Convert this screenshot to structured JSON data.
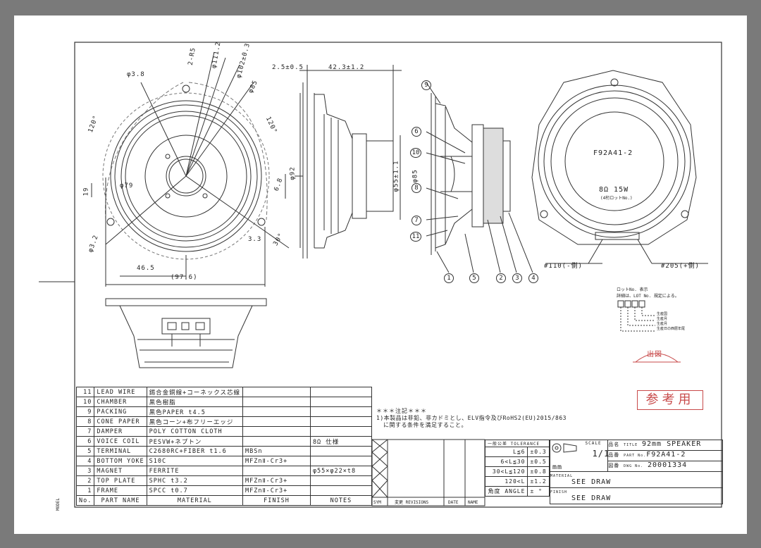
{
  "drawing": {
    "title_label": "TITLE",
    "title": "92mm SPEAKER",
    "part_no_label": "PART No.",
    "part_no": "F92A41-2",
    "dwg_no_label": "DWG No.",
    "dwg_no": "20001334",
    "scale_label": "SCALE",
    "scale": "1/1",
    "unit": "mm",
    "material_label": "MATERIAL",
    "material_value": "SEE DRAW",
    "finish_label": "FINISH",
    "finish_value": "SEE DRAW",
    "model_label": "MODEL",
    "speaker_label_model": "F92A41-2",
    "speaker_label_rating": "8Ω 15W",
    "speaker_label_lot": "(4桁ロットNo.)",
    "stamp_outline": "出図",
    "stamp_reference": "参考用",
    "row_labels": {
      "name": "品名",
      "part": "品番",
      "drawing": "図番"
    }
  },
  "dimensions": {
    "front": [
      "φ3.8",
      "2-R5",
      "φ111.2",
      "φ102±0.3",
      "φ85",
      "120°",
      "120°",
      "19",
      "φ3.2",
      "φ79",
      "3.3",
      "30°",
      "46.5",
      "(97.6)",
      "φ92",
      "6.8"
    ],
    "side": [
      "2.5±0.5",
      "42.3±1.2",
      "φ55±1.1"
    ],
    "section": [
      "φ85"
    ],
    "terminal": [
      "#110(-側)",
      "#205(+側)"
    ]
  },
  "balloons": [
    "9",
    "6",
    "10",
    "8",
    "7",
    "11",
    "1",
    "5",
    "2",
    "3",
    "4"
  ],
  "lot_note": {
    "title": "ロットNo. 表示",
    "desc": "詳細は、LOT No. 規定による。",
    "lines": [
      "生産国",
      "生産月",
      "生産月",
      "生産日の西暦年尾"
    ]
  },
  "notes": {
    "header": "＊＊＊注記＊＊＊",
    "line1": "1)本製品は非鉛、非カドミとし、ELV指令及びRoHS2(EU)2015/863",
    "line2": "に関する条件を満足すること。"
  },
  "bom": [
    {
      "no": "11",
      "part": "LEAD WIRE",
      "material": "錫合金銅線+コーネックス芯線",
      "finish": "",
      "notes": ""
    },
    {
      "no": "10",
      "part": "CHAMBER",
      "material": "黒色樹脂",
      "finish": "",
      "notes": ""
    },
    {
      "no": "9",
      "part": "PACKING",
      "material": "黒色PAPER t4.5",
      "finish": "",
      "notes": ""
    },
    {
      "no": "8",
      "part": "CONE PAPER",
      "material": "黒色コーン+布フリーエッジ",
      "finish": "",
      "notes": ""
    },
    {
      "no": "7",
      "part": "DAMPER",
      "material": "POLY COTTON CLOTH",
      "finish": "",
      "notes": ""
    },
    {
      "no": "6",
      "part": "VOICE COIL",
      "material": "PESVW+ネプトン",
      "finish": "",
      "notes": "8Ω 仕様"
    },
    {
      "no": "5",
      "part": "TERMINAL",
      "material": "C2680RC+FIBER t1.6",
      "finish": "MBSn",
      "notes": ""
    },
    {
      "no": "4",
      "part": "BOTTOM YOKE",
      "material": "S10C",
      "finish": "MFZnⅡ-Cr3+",
      "notes": ""
    },
    {
      "no": "3",
      "part": "MAGNET",
      "material": "FERRITE",
      "finish": "",
      "notes": "φ55×φ22×t8"
    },
    {
      "no": "2",
      "part": "TOP PLATE",
      "material": "SPHC t3.2",
      "finish": "MFZnⅡ-Cr3+",
      "notes": ""
    },
    {
      "no": "1",
      "part": "FRAME",
      "material": "SPCC t0.7",
      "finish": "MFZnⅡ-Cr3+",
      "notes": ""
    }
  ],
  "bom_header": {
    "no": "No.",
    "part": "PART NAME",
    "material": "MATERIAL",
    "finish": "FINISH",
    "notes": "NOTES"
  },
  "revision_header": {
    "sym": "SYM",
    "desc": "変更  REVISIONS",
    "date": "DATE",
    "name": "NAME"
  },
  "tolerance": {
    "title": "一般公差 TOLERANCE",
    "rows": [
      {
        "range": "L≦6",
        "value": "±0.3"
      },
      {
        "range": "6<L≦30",
        "value": "±0.5"
      },
      {
        "range": "30<L≦120",
        "value": "±0.8"
      },
      {
        "range": "120<L",
        "value": "±1.2"
      },
      {
        "range": "角度 ANGLE",
        "value": "±  °"
      }
    ]
  }
}
